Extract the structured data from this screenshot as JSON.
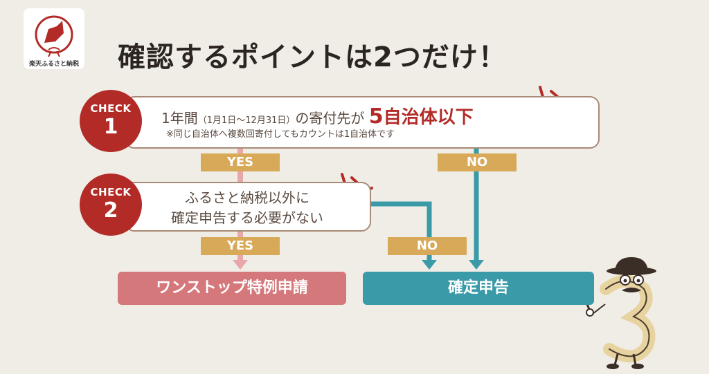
{
  "logo": {
    "text": "楽天ふるさと納税"
  },
  "title": "確認するポイントは2つだけ！",
  "check1": {
    "label": "CHECK",
    "number": "1",
    "text_a": "1年間",
    "text_b": "（1月1日〜12月31日）",
    "text_c": "の寄付先が",
    "emph_num": "5",
    "emph_text": "自治体以下",
    "note": "※同じ自治体へ複数回寄付してもカウントは1自治体です"
  },
  "check2": {
    "label": "CHECK",
    "number": "2",
    "line1": "ふるさと納税以外に",
    "line2": "確定申告する必要がない"
  },
  "labels": {
    "yes1": "YES",
    "no1": "NO",
    "yes2": "YES",
    "no2": "NO"
  },
  "results": {
    "onestop": "ワンストップ特例申請",
    "kakutei": "確定申告"
  },
  "colors": {
    "red": "#b22b27",
    "teal": "#3b9aa8",
    "pink": "#d4787c",
    "gold": "#d8a958"
  }
}
